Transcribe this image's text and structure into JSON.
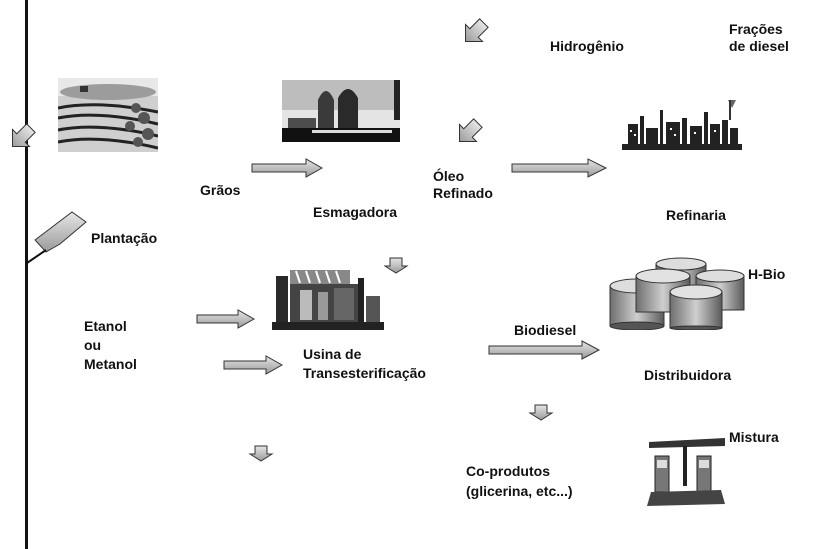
{
  "labels": {
    "hidrogenio": "Hidrogênio",
    "fracoes": [
      "Frações",
      "de diesel"
    ],
    "graos": "Grãos",
    "esmagadora": "Esmagadora",
    "oleo": [
      "Óleo",
      "Refinado"
    ],
    "refinaria": "Refinaria",
    "plantacao": "Plantação",
    "hbio": "H-Bio",
    "etanol": [
      "Etanol",
      "ou",
      "Metanol"
    ],
    "biodiesel": "Biodiesel",
    "usina": [
      "Usina de",
      "Transesterificação"
    ],
    "distribuidora": "Distribuidora",
    "mistura": "Mistura",
    "coprodutos": [
      "Co-produtos",
      "(glicerina, etc...)"
    ]
  },
  "colors": {
    "arrow_fill": "#c8c8c8",
    "arrow_stroke": "#333333",
    "line": "#111111"
  },
  "icons": [
    "plantation-image",
    "crusher-image",
    "refinery-image",
    "plant-image",
    "storage-tanks-image",
    "fuel-pump-image"
  ]
}
